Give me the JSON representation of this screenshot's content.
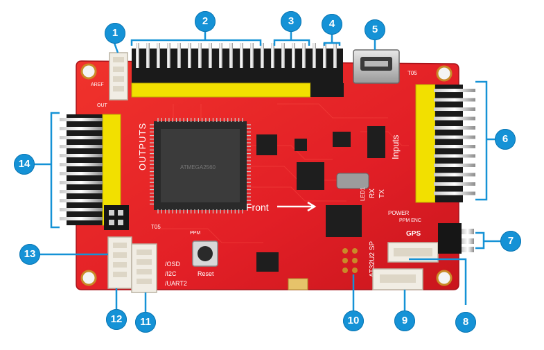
{
  "image": {
    "subject": "flight-controller-board-photo",
    "board_color": "#e8202a",
    "callout_color": "#1592d6"
  },
  "silkscreen": {
    "outputs": "OUTPUTS",
    "inputs": "Inputs",
    "front": "Front",
    "aref": "AREF",
    "out": "OUT",
    "osd": "/OSD",
    "i2c": "/I2C",
    "uart2": "/UART2",
    "gps": "GPS",
    "power": "POWER",
    "reset": "Reset",
    "chip_marking": "ATMEGA2560",
    "at32u2": "AT32U2 SP",
    "rx": "RX",
    "tx": "TX",
    "led1": "LED1",
    "t05_a": "T05",
    "t05_b": "T05",
    "ppm": "PPM",
    "ppm_enc": "PPM ENC"
  },
  "callouts": [
    "1",
    "2",
    "3",
    "4",
    "5",
    "6",
    "7",
    "8",
    "9",
    "10",
    "11",
    "12",
    "13",
    "14"
  ]
}
